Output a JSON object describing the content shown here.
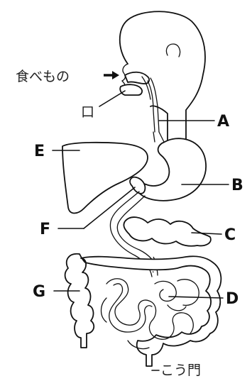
{
  "annotations": {
    "food_label": "食べもの",
    "mouth_label": "口",
    "anus_label": "こう門"
  },
  "labels": {
    "A": "A",
    "B": "B",
    "C": "C",
    "D": "D",
    "E": "E",
    "F": "F",
    "G": "G"
  },
  "colors": {
    "line": "#111111",
    "background": "#ffffff"
  }
}
